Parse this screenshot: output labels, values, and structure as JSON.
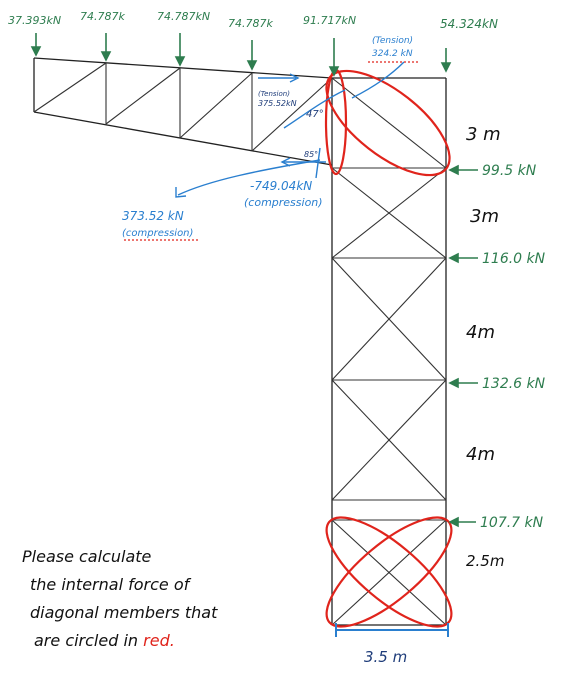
{
  "top_loads": [
    {
      "label": "37.393kN"
    },
    {
      "label": "74.787k"
    },
    {
      "label": "74.787kN"
    },
    {
      "label": "74.787k"
    },
    {
      "label": "91.717kN"
    },
    {
      "label": "54.324kN"
    }
  ],
  "side_loads": [
    {
      "label": "99.5 kN"
    },
    {
      "label": "116.0 kN"
    },
    {
      "label": "132.6 kN"
    },
    {
      "label": "107.7 kN"
    }
  ],
  "dimensions": {
    "h1": "3 m",
    "h2": "3m",
    "h3": "4m",
    "h4": "4m",
    "h5": "2.5m",
    "width": "3.5 m"
  },
  "member_notes": {
    "top_tension_label": "(Tension)",
    "top_tension_value": "324.2 kN",
    "chord_tension_label": "(Tension)",
    "chord_tension_value": "375.52kN",
    "angle_top": "47°",
    "angle_bottom": "85°",
    "vertical_force": "-749.04kN",
    "vertical_note": "(compression)",
    "left_force": "373.52 kN",
    "left_note": "(compression)"
  },
  "instruction": {
    "line1": "Please calculate",
    "line2": "the internal force of",
    "line3": "diagonal members that",
    "line4_prefix": "are circled in",
    "line4_red": "red."
  },
  "colors": {
    "ink_green": "#2e7d4f",
    "ink_blue": "#2a7fcf",
    "circle_red": "#e0241c"
  }
}
